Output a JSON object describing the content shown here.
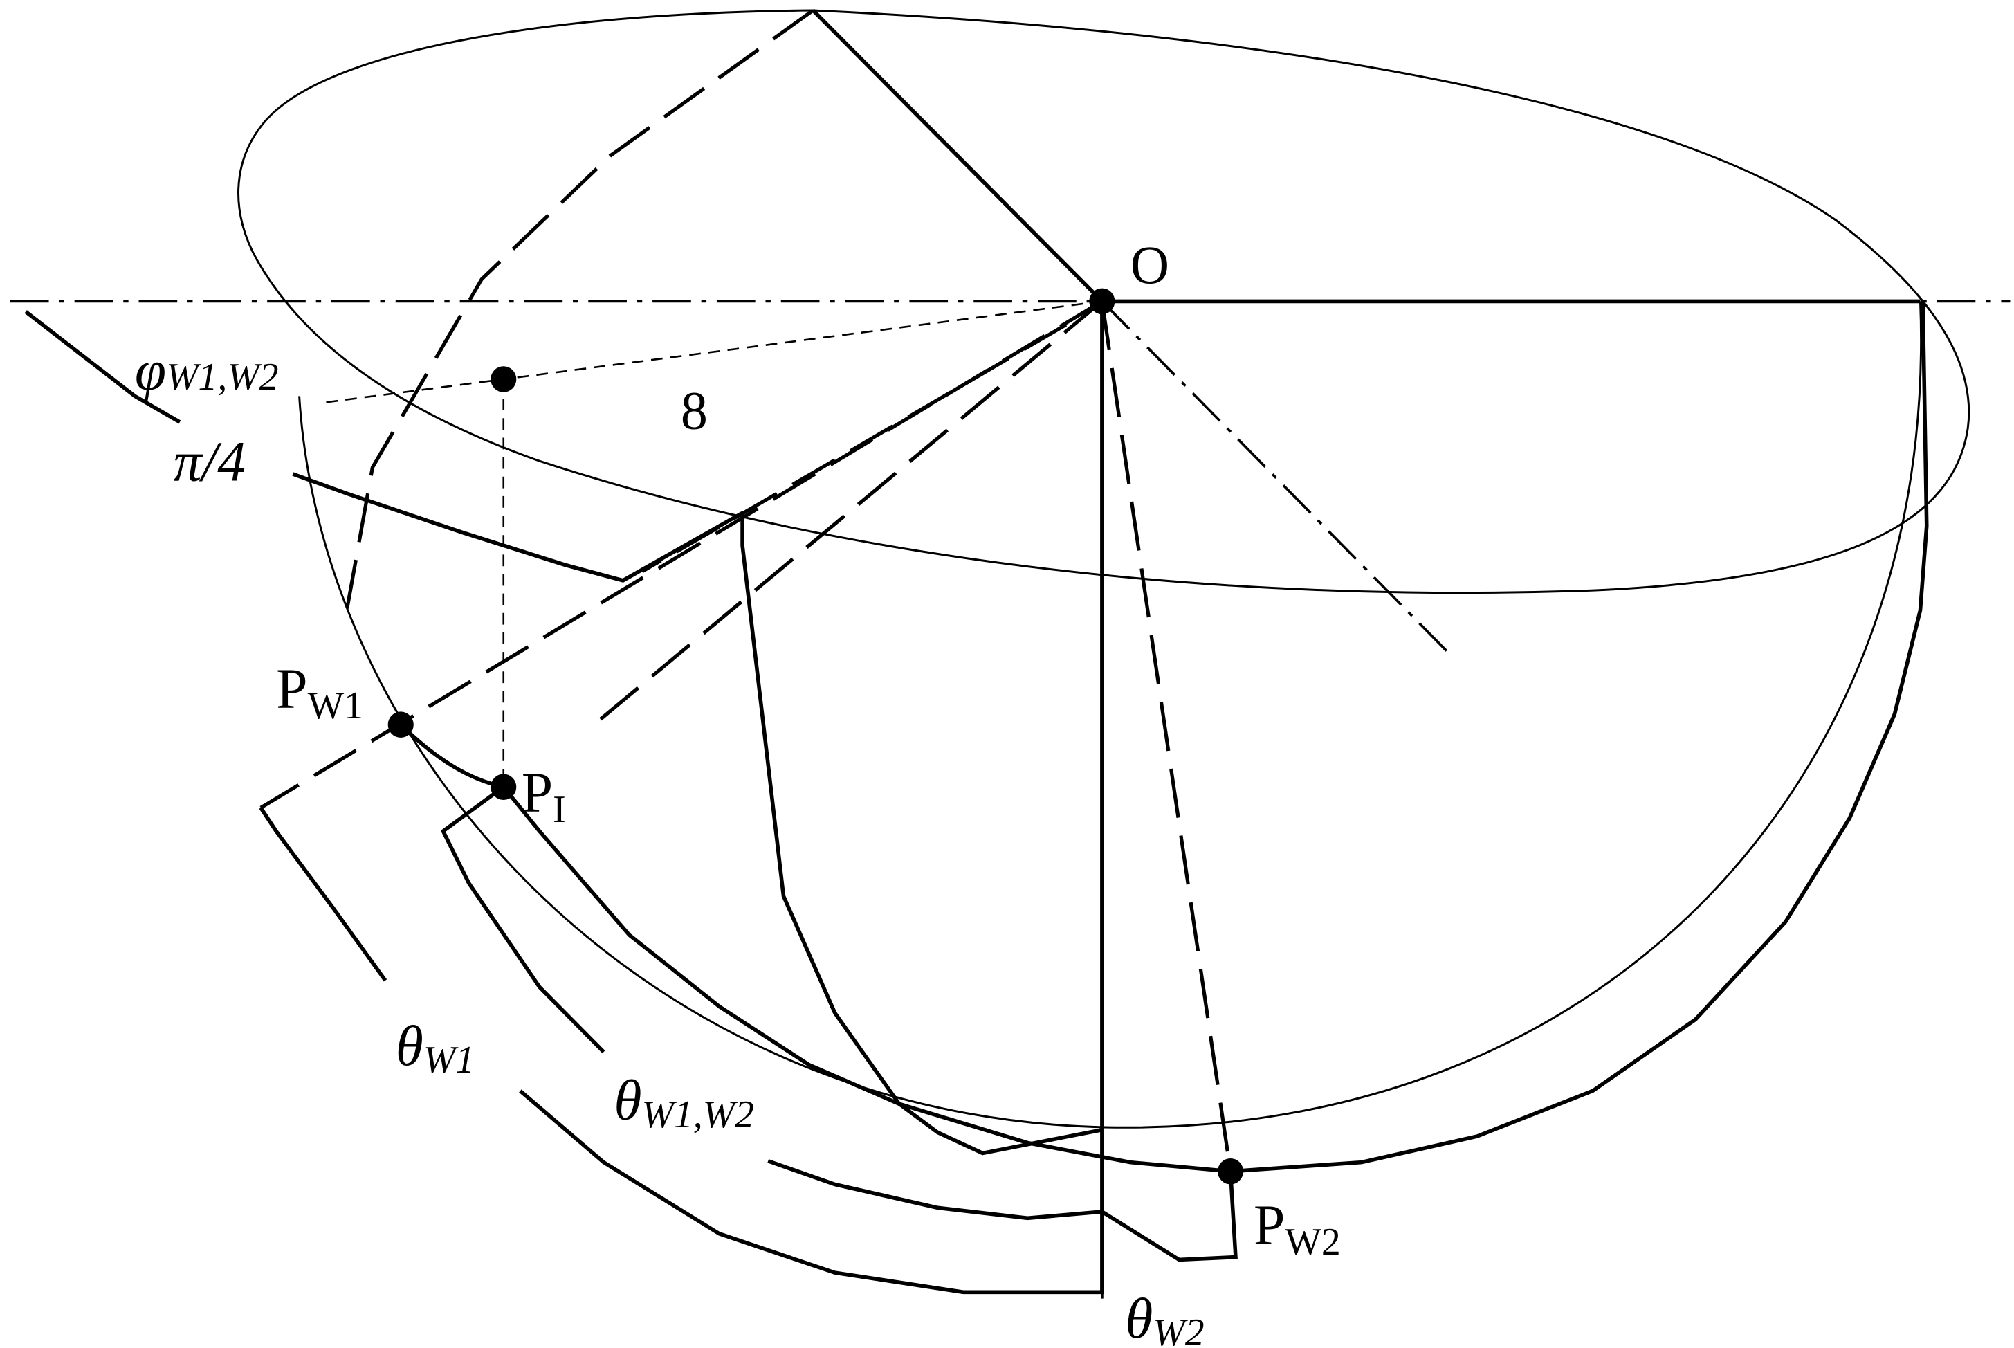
{
  "labels": {
    "origin": "O",
    "point_w1": "P",
    "point_w1_sub": "W1",
    "point_i": "P",
    "point_i_sub": "I",
    "point_w2": "P",
    "point_w2_sub": "W2",
    "phi_symbol": "φ",
    "phi_sub": "W1,W2",
    "quarter_pi": "π/4",
    "eight": "8",
    "theta_w1_symbol": "θ",
    "theta_w1_sub": "W1",
    "theta_w1w2_symbol": "θ",
    "theta_w1w2_sub": "W1,W2",
    "theta_w2_symbol": "θ",
    "theta_w2_sub": "W2"
  },
  "colors": {
    "ink": "#000000",
    "background": "#ffffff"
  }
}
